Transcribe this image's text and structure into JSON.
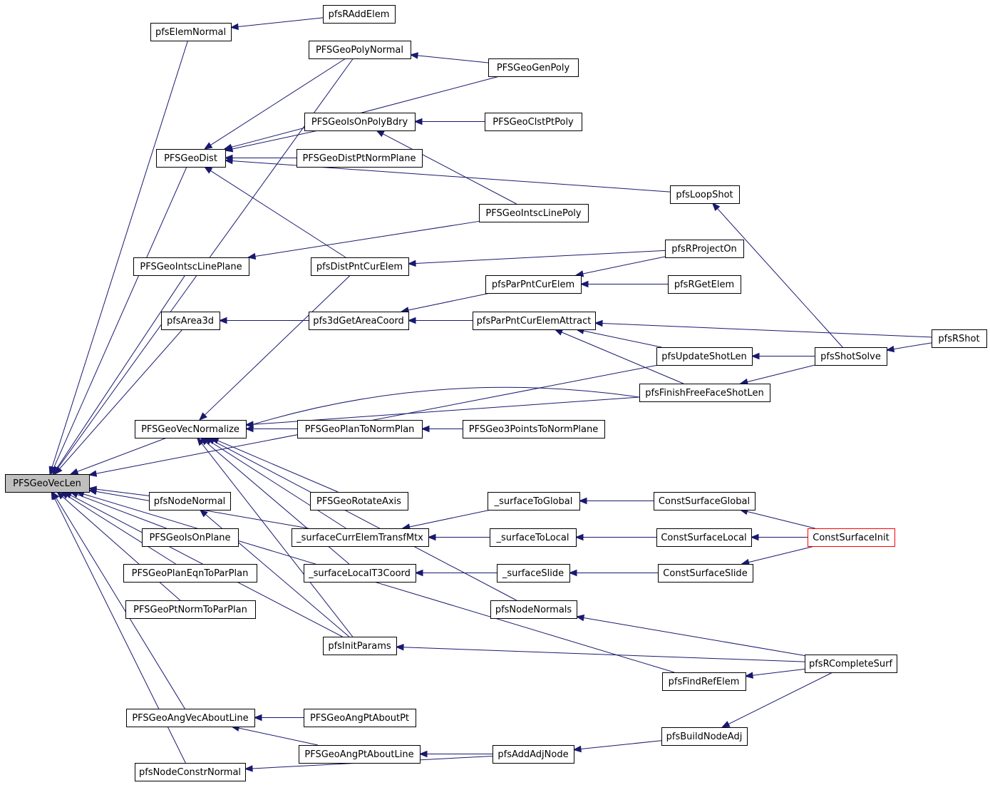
{
  "colors": {
    "edge": "#191970",
    "node_border": "#000000",
    "focus_fill": "#bfbfbf",
    "highlight_border": "#ff0000"
  },
  "nodes": {
    "pfsRAddElem": "pfsRAddElem",
    "pfsElemNormal": "pfsElemNormal",
    "PFSGeoPolyNormal": "PFSGeoPolyNormal",
    "PFSGeoGenPoly": "PFSGeoGenPoly",
    "PFSGeoIsOnPolyBdry": "PFSGeoIsOnPolyBdry",
    "PFSGeoClstPtPoly": "PFSGeoClstPtPoly",
    "PFSGeoDist": "PFSGeoDist",
    "PFSGeoDistPtNormPlane": "PFSGeoDistPtNormPlane",
    "pfsLoopShot": "pfsLoopShot",
    "PFSGeoIntscLinePoly": "PFSGeoIntscLinePoly",
    "pfsRProjectOn": "pfsRProjectOn",
    "PFSGeoIntscLinePlane": "PFSGeoIntscLinePlane",
    "pfsDistPntCurElem": "pfsDistPntCurElem",
    "pfsParPntCurElem": "pfsParPntCurElem",
    "pfsRGetElem": "pfsRGetElem",
    "pfsArea3d": "pfsArea3d",
    "pfs3dGetAreaCoord": "pfs3dGetAreaCoord",
    "pfsParPntCurElemAttract": "pfsParPntCurElemAttract",
    "pfsRShot": "pfsRShot",
    "pfsUpdateShotLen": "pfsUpdateShotLen",
    "pfsShotSolve": "pfsShotSolve",
    "pfsFinishFreeFaceShotLen": "pfsFinishFreeFaceShotLen",
    "PFSGeoVecNormalize": "PFSGeoVecNormalize",
    "PFSGeoPlanToNormPlan": "PFSGeoPlanToNormPlan",
    "PFSGeo3PointsToNormPlane": "PFSGeo3PointsToNormPlane",
    "PFSGeoVecLen": "PFSGeoVecLen",
    "pfsNodeNormal": "pfsNodeNormal",
    "PFSGeoRotateAxis": "PFSGeoRotateAxis",
    "_surfaceToGlobal": "_surfaceToGlobal",
    "ConstSurfaceGlobal": "ConstSurfaceGlobal",
    "PFSGeoIsOnPlane": "PFSGeoIsOnPlane",
    "_surfaceCurrElemTransfMtx": "_surfaceCurrElemTransfMtx",
    "_surfaceToLocal": "_surfaceToLocal",
    "ConstSurfaceLocal": "ConstSurfaceLocal",
    "ConstSurfaceInit": "ConstSurfaceInit",
    "PFSGeoPlanEqnToParPlan": "PFSGeoPlanEqnToParPlan",
    "_surfaceLocalT3Coord": "_surfaceLocalT3Coord",
    "_surfaceSlide": "_surfaceSlide",
    "ConstSurfaceSlide": "ConstSurfaceSlide",
    "PFSGeoPtNormToParPlan": "PFSGeoPtNormToParPlan",
    "pfsNodeNormals": "pfsNodeNormals",
    "pfsInitParams": "pfsInitParams",
    "pfsRCompleteSurf": "pfsRCompleteSurf",
    "pfsFindRefElem": "pfsFindRefElem",
    "PFSGeoAngVecAboutLine": "PFSGeoAngVecAboutLine",
    "PFSGeoAngPtAboutPt": "PFSGeoAngPtAboutPt",
    "PFSGeoAngPtAboutLine": "PFSGeoAngPtAboutLine",
    "pfsAddAdjNode": "pfsAddAdjNode",
    "pfsBuildNodeAdj": "pfsBuildNodeAdj",
    "pfsNodeConstrNormal": "pfsNodeConstrNormal"
  },
  "edges": [
    [
      "pfsElemNormal",
      "PFSGeoVecLen"
    ],
    [
      "PFSGeoPolyNormal",
      "PFSGeoVecLen"
    ],
    [
      "PFSGeoDist",
      "PFSGeoVecLen"
    ],
    [
      "PFSGeoIntscLinePlane",
      "PFSGeoVecLen"
    ],
    [
      "pfsArea3d",
      "PFSGeoVecLen"
    ],
    [
      "pfsUpdateShotLen",
      "PFSGeoVecLen"
    ],
    [
      "PFSGeoVecNormalize",
      "PFSGeoVecLen"
    ],
    [
      "pfsNodeNormal",
      "PFSGeoVecLen"
    ],
    [
      "_surfaceCurrElemTransfMtx",
      "PFSGeoVecLen"
    ],
    [
      "PFSGeoIsOnPlane",
      "PFSGeoVecLen"
    ],
    [
      "PFSGeoPlanEqnToParPlan",
      "PFSGeoVecLen"
    ],
    [
      "PFSGeoPtNormToParPlan",
      "PFSGeoVecLen"
    ],
    [
      "pfsInitParams",
      "PFSGeoVecLen"
    ],
    [
      "pfsFindRefElem",
      "PFSGeoVecLen"
    ],
    [
      "PFSGeoAngVecAboutLine",
      "PFSGeoVecLen"
    ],
    [
      "pfsNodeConstrNormal",
      "PFSGeoVecLen"
    ],
    [
      "pfsRAddElem",
      "pfsElemNormal"
    ],
    [
      "PFSGeoGenPoly",
      "PFSGeoPolyNormal"
    ],
    [
      "PFSGeoPolyNormal",
      "PFSGeoDist"
    ],
    [
      "PFSGeoGenPoly",
      "PFSGeoDist"
    ],
    [
      "PFSGeoIsOnPolyBdry",
      "PFSGeoDist"
    ],
    [
      "PFSGeoDistPtNormPlane",
      "PFSGeoDist"
    ],
    [
      "pfsLoopShot",
      "PFSGeoDist"
    ],
    [
      "pfsDistPntCurElem",
      "PFSGeoDist"
    ],
    [
      "PFSGeoClstPtPoly",
      "PFSGeoIsOnPolyBdry"
    ],
    [
      "PFSGeoIntscLinePoly",
      "PFSGeoIsOnPolyBdry"
    ],
    [
      "PFSGeoIntscLinePoly",
      "PFSGeoIntscLinePlane"
    ],
    [
      "pfsShotSolve",
      "pfsLoopShot"
    ],
    [
      "pfsRProjectOn",
      "pfsDistPntCurElem"
    ],
    [
      "pfsDistPntCurElem",
      "PFSGeoVecNormalize"
    ],
    [
      "pfsRProjectOn",
      "pfsParPntCurElem"
    ],
    [
      "pfsRGetElem",
      "pfsParPntCurElem"
    ],
    [
      "pfsParPntCurElem",
      "pfs3dGetAreaCoord"
    ],
    [
      "pfs3dGetAreaCoord",
      "pfsArea3d"
    ],
    [
      "pfsParPntCurElemAttract",
      "pfs3dGetAreaCoord"
    ],
    [
      "pfsRShot",
      "pfsParPntCurElemAttract"
    ],
    [
      "pfsUpdateShotLen",
      "pfsParPntCurElemAttract"
    ],
    [
      "pfsFinishFreeFaceShotLen",
      "pfsParPntCurElemAttract"
    ],
    [
      "pfsShotSolve",
      "pfsUpdateShotLen"
    ],
    [
      "pfsRShot",
      "pfsShotSolve"
    ],
    [
      "pfsShotSolve",
      "pfsFinishFreeFaceShotLen"
    ],
    [
      "pfsFinishFreeFaceShotLen",
      "PFSGeoVecNormalize"
    ],
    [
      "pfsFinishFreeFaceShotLen",
      "PFSGeoVecNormalize"
    ],
    [
      "PFSGeoPlanToNormPlan",
      "PFSGeoVecNormalize"
    ],
    [
      "PFSGeo3PointsToNormPlane",
      "PFSGeoPlanToNormPlan"
    ],
    [
      "PFSGeoRotateAxis",
      "PFSGeoVecNormalize"
    ],
    [
      "_surfaceCurrElemTransfMtx",
      "PFSGeoVecNormalize"
    ],
    [
      "_surfaceLocalT3Coord",
      "PFSGeoVecNormalize"
    ],
    [
      "pfsNodeNormals",
      "PFSGeoVecNormalize"
    ],
    [
      "pfsInitParams",
      "PFSGeoVecNormalize"
    ],
    [
      "pfsInitParams",
      "pfsNodeNormal"
    ],
    [
      "_surfaceToGlobal",
      "_surfaceCurrElemTransfMtx"
    ],
    [
      "_surfaceToLocal",
      "_surfaceCurrElemTransfMtx"
    ],
    [
      "ConstSurfaceGlobal",
      "_surfaceToGlobal"
    ],
    [
      "ConstSurfaceLocal",
      "_surfaceToLocal"
    ],
    [
      "ConstSurfaceInit",
      "ConstSurfaceGlobal"
    ],
    [
      "ConstSurfaceInit",
      "ConstSurfaceLocal"
    ],
    [
      "ConstSurfaceInit",
      "ConstSurfaceSlide"
    ],
    [
      "_surfaceSlide",
      "_surfaceLocalT3Coord"
    ],
    [
      "ConstSurfaceSlide",
      "_surfaceSlide"
    ],
    [
      "pfsRCompleteSurf",
      "pfsNodeNormals"
    ],
    [
      "pfsRCompleteSurf",
      "pfsInitParams"
    ],
    [
      "pfsRCompleteSurf",
      "pfsFindRefElem"
    ],
    [
      "pfsRCompleteSurf",
      "pfsBuildNodeAdj"
    ],
    [
      "pfsBuildNodeAdj",
      "pfsAddAdjNode"
    ],
    [
      "pfsAddAdjNode",
      "PFSGeoAngPtAboutLine"
    ],
    [
      "pfsAddAdjNode",
      "pfsNodeConstrNormal"
    ],
    [
      "PFSGeoAngPtAboutPt",
      "PFSGeoAngVecAboutLine"
    ],
    [
      "PFSGeoAngPtAboutLine",
      "PFSGeoAngVecAboutLine"
    ]
  ]
}
